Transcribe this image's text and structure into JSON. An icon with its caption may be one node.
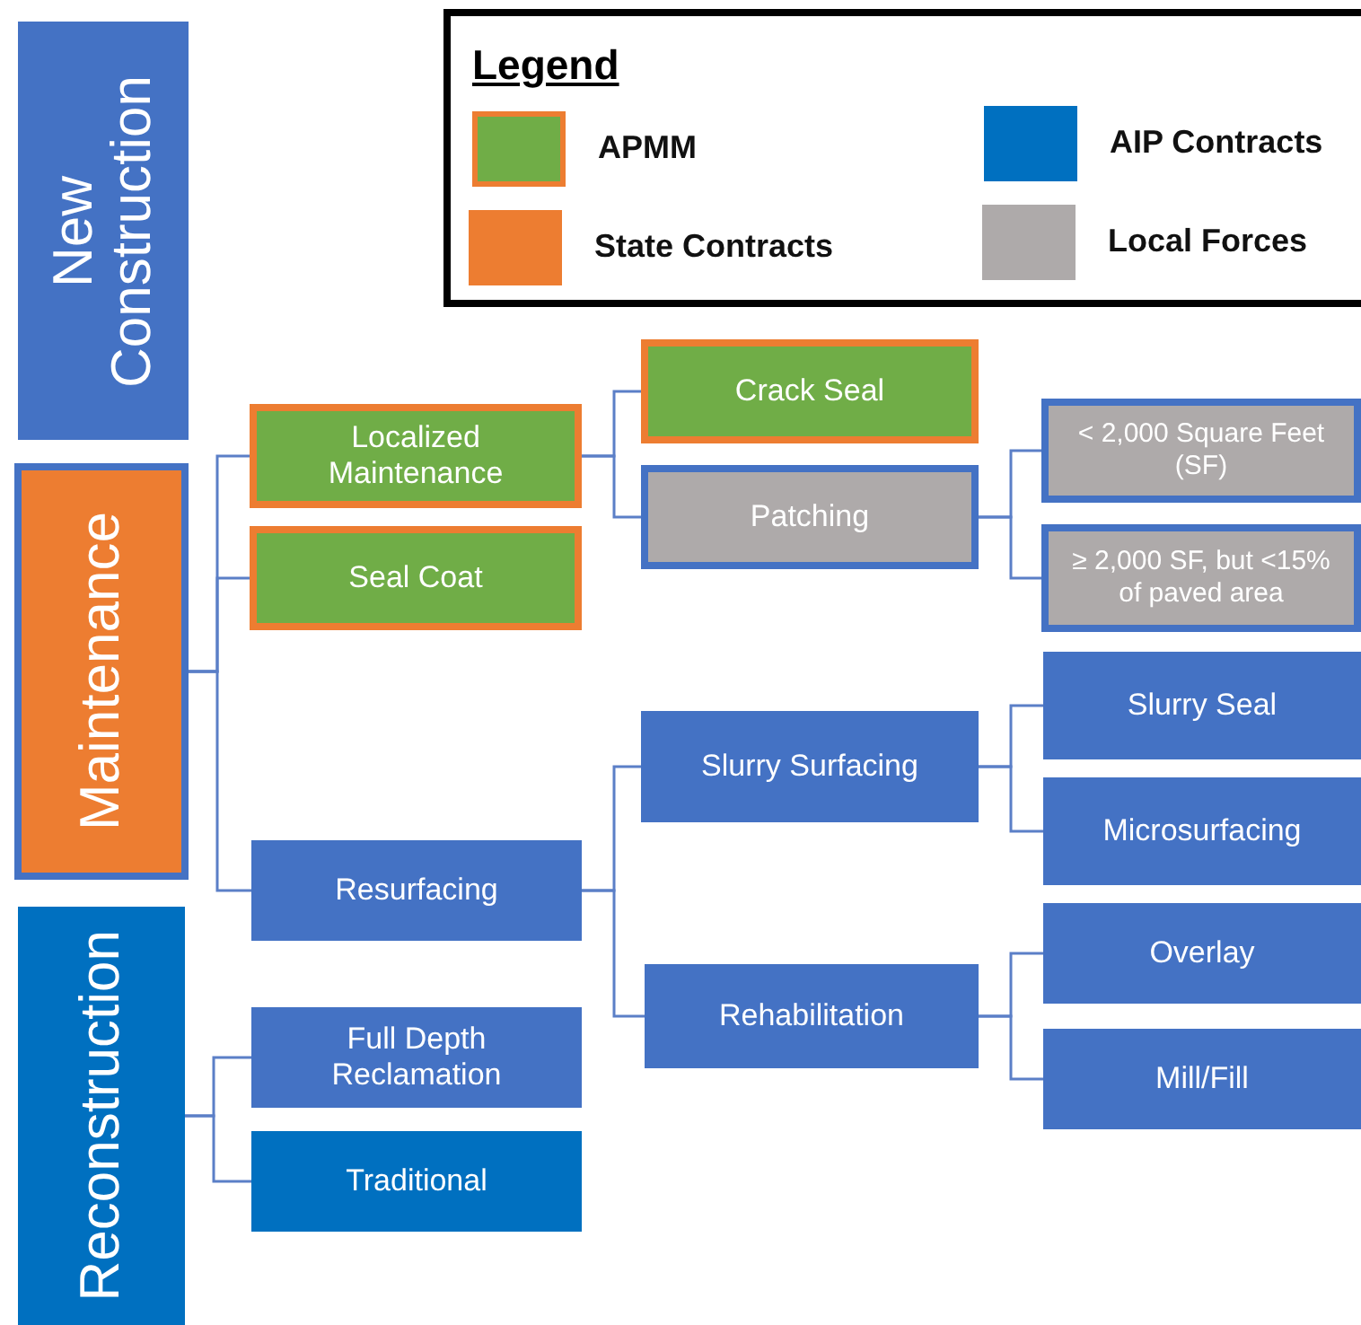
{
  "diagram": {
    "nodes": [
      {
        "text": [
          "New Construction"
        ]
      },
      {
        "text": [
          "Maintenance"
        ]
      },
      {
        "text": [
          "Reconstruction"
        ]
      },
      {
        "text": [
          "Localized Maintenance"
        ]
      },
      {
        "text": [
          "Seal Coat"
        ]
      },
      {
        "text": [
          "Resurfacing"
        ]
      },
      {
        "text": [
          "Full Depth Reclamation"
        ]
      },
      {
        "text": [
          "Traditional"
        ]
      },
      {
        "text": [
          "Crack Seal"
        ]
      },
      {
        "text": [
          "Patching"
        ]
      },
      {
        "text": [
          "< 2,000 Square Feet (SF)"
        ]
      },
      {
        "text": [
          "≥ 2,000 SF, but <15% of paved area"
        ]
      },
      {
        "text": [
          "Slurry Surfacing"
        ]
      },
      {
        "text": [
          "Rehabilitation"
        ]
      },
      {
        "text": [
          "Slurry Seal"
        ]
      },
      {
        "text": [
          "Microsurfacing"
        ]
      },
      {
        "text": [
          "Overlay"
        ]
      },
      {
        "text": [
          "Mill/Fill"
        ]
      }
    ],
    "edges": [
      {
        "from": 1,
        "to": 3,
        "arrow": "none"
      },
      {
        "from": 1,
        "to": 4,
        "arrow": "none"
      },
      {
        "from": 1,
        "to": 5,
        "arrow": "none"
      },
      {
        "from": 2,
        "to": 6,
        "arrow": "none"
      },
      {
        "from": 2,
        "to": 7,
        "arrow": "none"
      },
      {
        "from": 3,
        "to": 8,
        "arrow": "none"
      },
      {
        "from": 3,
        "to": 9,
        "arrow": "none"
      },
      {
        "from": 9,
        "to": 10,
        "arrow": "none"
      },
      {
        "from": 9,
        "to": 11,
        "arrow": "none"
      },
      {
        "from": 5,
        "to": 12,
        "arrow": "none"
      },
      {
        "from": 5,
        "to": 13,
        "arrow": "none"
      },
      {
        "from": 12,
        "to": 14,
        "arrow": "none"
      },
      {
        "from": 12,
        "to": 15,
        "arrow": "none"
      },
      {
        "from": 13,
        "to": 16,
        "arrow": "none"
      },
      {
        "from": 13,
        "to": 17,
        "arrow": "none"
      }
    ],
    "labels": [
      "Legend"
    ],
    "legend": [
      {
        "text": "APMM",
        "color": "#70ad47"
      },
      {
        "text": "AIP Contracts",
        "color": "#0070c0"
      },
      {
        "text": "State Contracts",
        "color": "#ed7d31"
      },
      {
        "text": "Local Forces",
        "color": "#aeaaaa"
      }
    ]
  }
}
